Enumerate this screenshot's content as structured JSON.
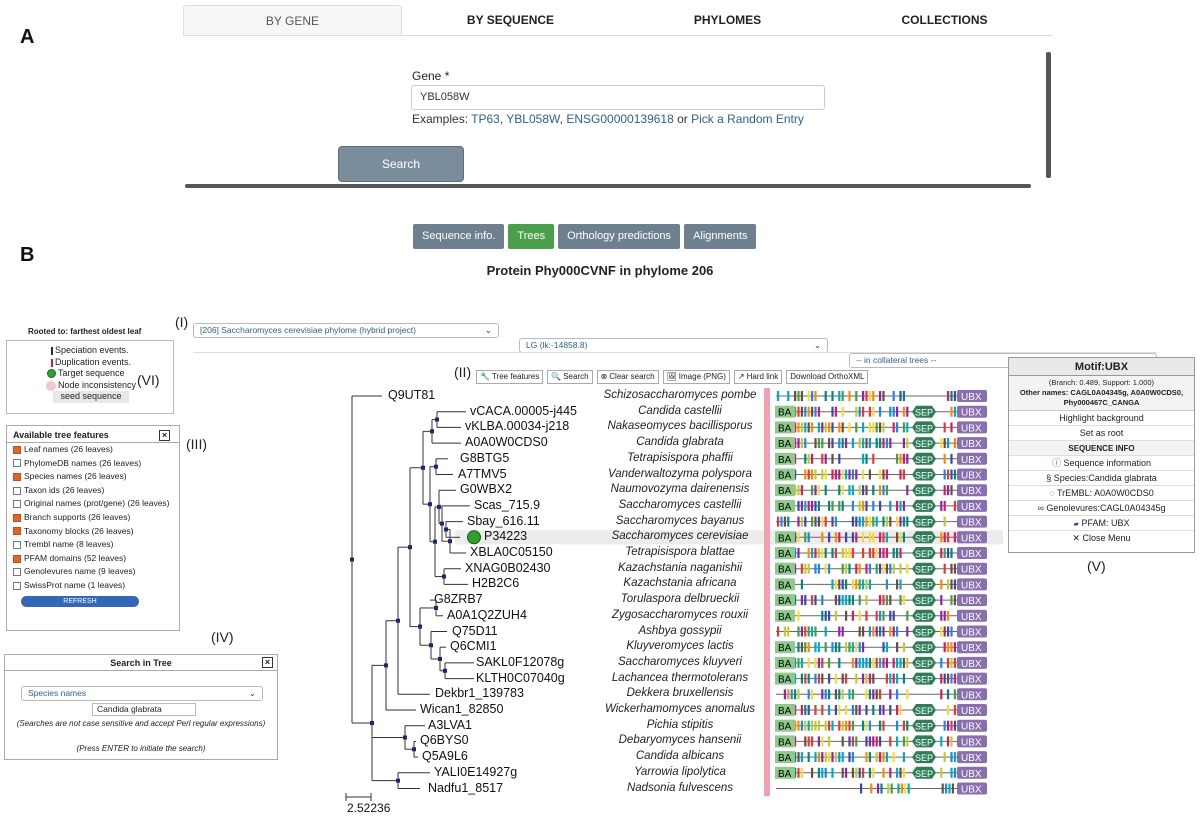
{
  "panels": {
    "a": "A",
    "b": "B",
    "i": "(I)",
    "ii": "(II)",
    "iii": "(III)",
    "iv": "(IV)",
    "v": "(V)",
    "vi": "(VI)"
  },
  "top_tabs": [
    "BY GENE",
    "BY SEQUENCE",
    "PHYLOMES",
    "COLLECTIONS"
  ],
  "gene_form": {
    "label": "Gene *",
    "value": "YBL058W",
    "examples_prefix": "Examples:",
    "example_links": [
      "TP63",
      "YBL058W",
      "ENSG00000139618"
    ],
    "or_text": "or",
    "random_link": "Pick a Random Entry",
    "search_label": "Search"
  },
  "result_tabs": [
    "Sequence info.",
    "Trees",
    "Orthology predictions",
    "Alignments"
  ],
  "protein_title": "Protein Phy000CVNF in phylome 206",
  "rooted": "Rooted to: farthest oldest leaf",
  "legend": {
    "speciation": "Speciation events.",
    "duplication": "Duplication events.",
    "target": "Target sequence",
    "inconsistency": "Node inconsistency",
    "seed": "seed sequence"
  },
  "selects": {
    "phylome": "[206] Saccharomyces cerevisiae phylome (hybrid project)",
    "model": "LG (lk:-14858.8)",
    "collateral": "-- in collateral trees --"
  },
  "toolbar": [
    "Tree features",
    "Search",
    "Clear search",
    "Image (PNG)",
    "Hard link",
    "Download OrthoXML"
  ],
  "features": {
    "title": "Available tree features",
    "close": "×",
    "items": [
      {
        "label": "Leaf names (26 leaves)",
        "checked": true
      },
      {
        "label": "PhylomeDB names (26 leaves)",
        "checked": false
      },
      {
        "label": "Species names (26 leaves)",
        "checked": true
      },
      {
        "label": "Taxon ids (26 leaves)",
        "checked": false
      },
      {
        "label": "Original names (prot/gene) (26 leaves)",
        "checked": false
      },
      {
        "label": "Branch supports (26 leaves)",
        "checked": true
      },
      {
        "label": "Taxonomy blocks (26 leaves)",
        "checked": true
      },
      {
        "label": "Trembl name (8 leaves)",
        "checked": false
      },
      {
        "label": "PFAM domains (52 leaves)",
        "checked": true
      },
      {
        "label": "Genolevures name (9 leaves)",
        "checked": false
      },
      {
        "label": "SwissProt name (1 leaves)",
        "checked": false
      }
    ],
    "refresh": "REFRESH"
  },
  "search_tree": {
    "title": "Search in Tree",
    "close": "×",
    "field": "Species names",
    "query": "Candida glabrata",
    "note1": "(Searches are not case sensitive and accept Perl regular expressions)",
    "note2": "(Press ENTER to initiate the search)"
  },
  "tree": {
    "leaves": [
      {
        "name": "Q9UT81",
        "species": "Schizosaccharomyces pombe"
      },
      {
        "name": "vCACA.00005-j445",
        "species": "Candida castellii"
      },
      {
        "name": "vKLBA.00034-j218",
        "species": "Nakaseomyces bacillisporus"
      },
      {
        "name": "A0A0W0CDS0",
        "species": "Candida glabrata"
      },
      {
        "name": "G8BTG5",
        "species": "Tetrapisispora phaffii"
      },
      {
        "name": "A7TMV5",
        "species": "Vanderwaltozyma polyspora"
      },
      {
        "name": "G0WBX2",
        "species": "Naumovozyma dairenensis"
      },
      {
        "name": "Scas_715.9",
        "species": "Saccharomyces castellii"
      },
      {
        "name": "Sbay_616.11",
        "species": "Saccharomyces bayanus"
      },
      {
        "name": "P34223",
        "species": "Saccharomyces cerevisiae"
      },
      {
        "name": "XBLA0C05150",
        "species": "Tetrapisispora blattae"
      },
      {
        "name": "XNAG0B02430",
        "species": "Kazachstania naganishii"
      },
      {
        "name": "H2B2C6",
        "species": "Kazachstania africana"
      },
      {
        "name": "G8ZRB7",
        "species": "Torulaspora delbrueckii"
      },
      {
        "name": "A0A1Q2ZUH4",
        "species": "Zygosaccharomyces rouxii"
      },
      {
        "name": "Q75D11",
        "species": "Ashbya gossypii"
      },
      {
        "name": "Q6CMI1",
        "species": "Kluyveromyces lactis"
      },
      {
        "name": "SAKL0F12078g",
        "species": "Saccharomyces kluyveri"
      },
      {
        "name": "KLTH0C07040g",
        "species": "Lachancea thermotolerans"
      },
      {
        "name": "Dekbr1_139783",
        "species": "Dekkera bruxellensis"
      },
      {
        "name": "Wican1_82850",
        "species": "Wickerhamomyces anomalus"
      },
      {
        "name": "A3LVA1",
        "species": "Pichia stipitis"
      },
      {
        "name": "Q6BYS0",
        "species": "Debaryomyces hansenii"
      },
      {
        "name": "Q5A9L6",
        "species": "Candida albicans"
      },
      {
        "name": "YALI0E14927g",
        "species": "Yarrowia lipolytica"
      },
      {
        "name": "Nadfu1_8517",
        "species": "Nadsonia fulvescens"
      }
    ],
    "target_index": 9,
    "scale": "2.52236",
    "domain_labels": {
      "ba": "BA",
      "sep": "SEP",
      "ubx": "UBX"
    },
    "colors": {
      "ba": "#8fc98b",
      "sep": "#2e7d57",
      "ubx": "#8a6fb0",
      "taxbar": "#f0a0b0",
      "node": "#1a237e",
      "target": "#2fa02f"
    }
  },
  "motif": {
    "title": "Motif:UBX",
    "branch_label": "(Branch:",
    "branch_value": "0.489",
    "support_label": ", Support:",
    "support_value": "1.000)",
    "other_label": "Other names:",
    "other_names": "CAGL0A04345g, A0A0W0CDS0, Phy000467C_CANGA",
    "highlight": "Highlight background",
    "set_root": "Set as root",
    "seq_info_header": "SEQUENCE INFO",
    "seq_info": "Sequence information",
    "species": "Species:Candida glabrata",
    "trembl": "TrEMBL: A0A0W0CDS0",
    "genolevures": "Genolevures:CAGL0A04345g",
    "pfam": "PFAM: UBX",
    "close": "Close Menu"
  }
}
